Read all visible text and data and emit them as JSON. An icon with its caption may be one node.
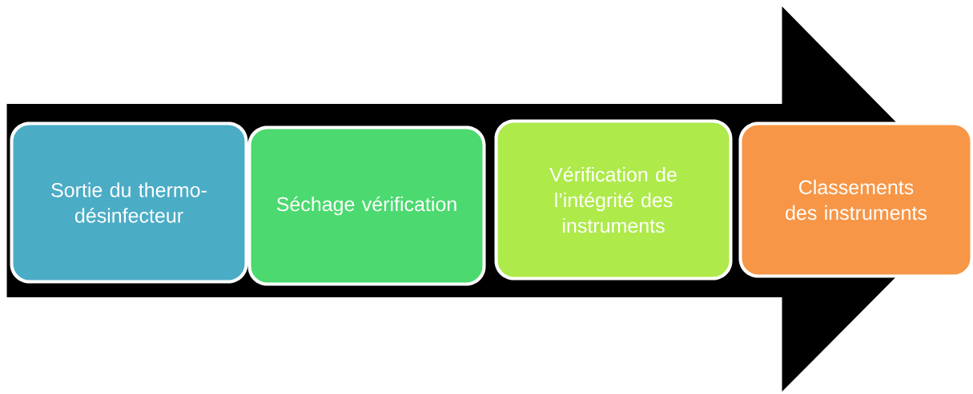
{
  "diagram": {
    "nodes": [
      {
        "text": [
          "Sortie du thermo-désinfecteur"
        ]
      },
      {
        "text": [
          "Séchage vérification"
        ]
      },
      {
        "text": [
          "Vérification de l’intégrité des instruments"
        ]
      },
      {
        "text": [
          "Classements des instruments"
        ]
      }
    ],
    "edges": [
      {
        "from": 0,
        "to": 3,
        "arrow": "to"
      }
    ]
  }
}
